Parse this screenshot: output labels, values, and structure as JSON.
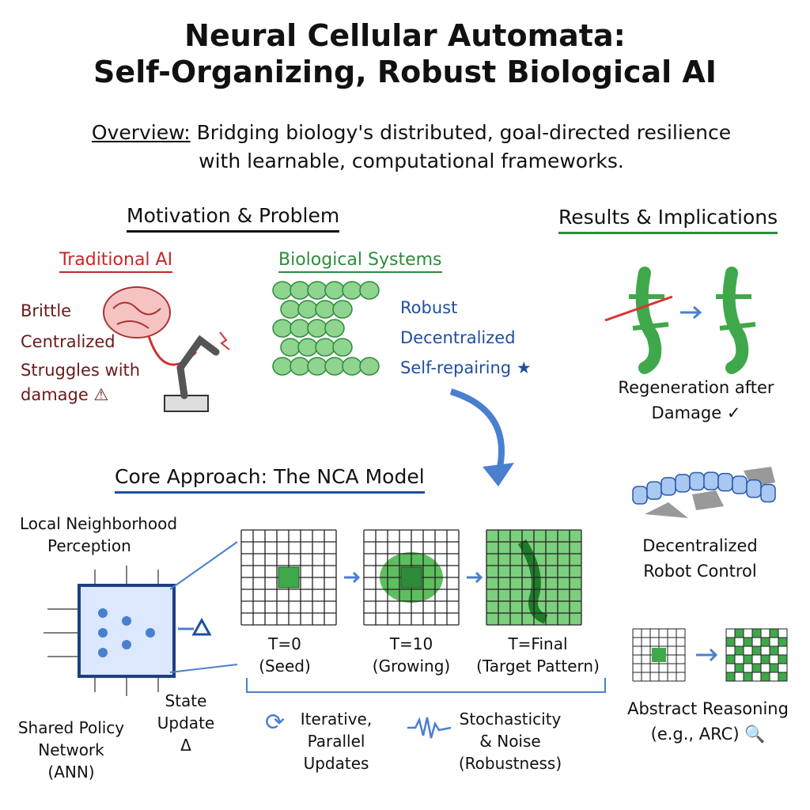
{
  "title": {
    "line1": "Neural Cellular Automata:",
    "line2": "Self-Organizing, Robust Biological AI"
  },
  "overview": {
    "label": "Overview:",
    "line1": "Bridging biology's distributed, goal-directed resilience",
    "line2": "with learnable, computational frameworks."
  },
  "motivation": {
    "heading": "Motivation & Problem",
    "traditional": {
      "title": "Traditional AI",
      "items": [
        "Brittle",
        "Centralized",
        "Struggles with",
        "damage ⚠"
      ]
    },
    "biological": {
      "title": "Biological Systems",
      "items": [
        "Robust",
        "Decentralized",
        "Self-repairing ★"
      ]
    }
  },
  "results": {
    "heading": "Results & Implications",
    "regeneration": {
      "line1": "Regeneration after",
      "line2": "Damage ✓"
    },
    "robot": {
      "line1": "Decentralized",
      "line2": "Robot Control"
    },
    "reasoning": {
      "line1": "Abstract Reasoning",
      "line2": "(e.g., ARC) 🔍"
    }
  },
  "core": {
    "heading": "Core Approach: The NCA Model",
    "perception": {
      "line1": "Local Neighborhood",
      "line2": "Perception"
    },
    "policy": {
      "line1": "Shared Policy",
      "line2": "Network",
      "line3": "(ANN)"
    },
    "state_update": {
      "line1": "State",
      "line2": "Update Δ"
    },
    "steps": [
      {
        "t": "T=0",
        "desc": "(Seed)"
      },
      {
        "t": "T=10",
        "desc": "(Growing)"
      },
      {
        "t": "T=Final",
        "desc": "(Target Pattern)"
      }
    ],
    "iterative": {
      "line1": "Iterative,",
      "line2": "Parallel",
      "line3": "Updates"
    },
    "stochastic": {
      "line1": "Stochasticity",
      "line2": "& Noise",
      "line3": "(Robustness)"
    }
  },
  "colors": {
    "red": "#c62828",
    "green": "#2e8b3a",
    "blue": "#1f4fa0",
    "cellGreen": "#8fd48f"
  }
}
